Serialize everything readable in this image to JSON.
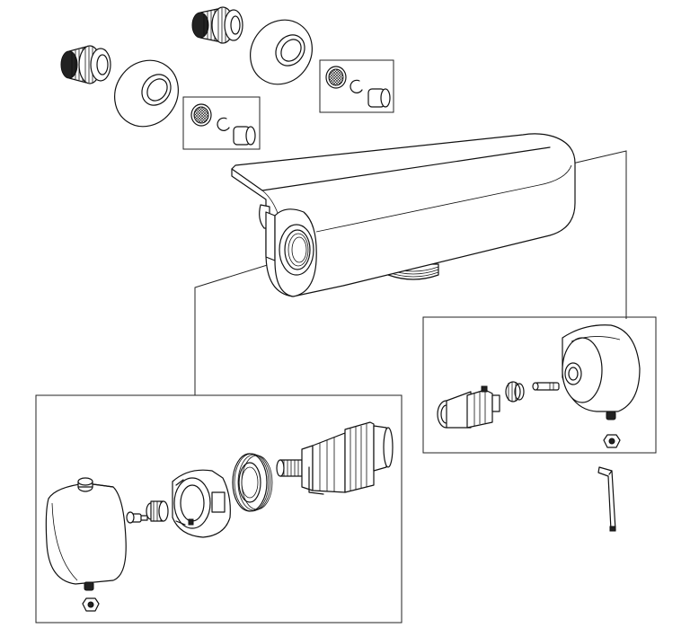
{
  "diagram": {
    "kind": "exploded-parts-drawing",
    "style": "black line art on white background",
    "parts": [
      "threaded-connector-left",
      "cover-rosette-left",
      "filter-kit-left",
      "threaded-connector-right",
      "cover-rosette-right",
      "filter-kit-right",
      "mixer-body",
      "temperature-cartridge-assembly",
      "flow-valve-assembly",
      "allen-key"
    ]
  }
}
